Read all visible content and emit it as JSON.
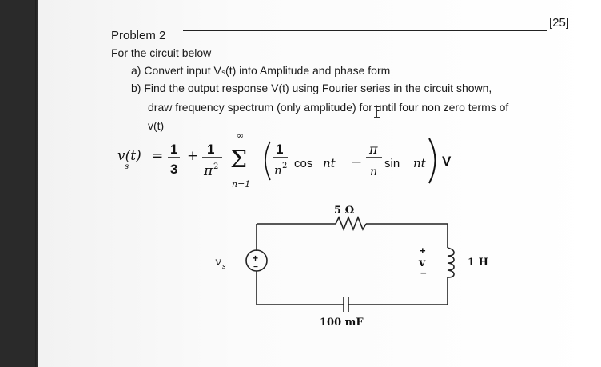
{
  "problem": {
    "title": "Problem 2",
    "points": "[25]",
    "intro": "For the circuit below",
    "part_a": "a)  Convert input Vₛ(t) into Amplitude and phase form",
    "part_b_line1": "b)  Find the output response V(t) using Fourier series  in the circuit shown,",
    "part_b_line2": "draw frequency spectrum (only amplitude) for until four non zero terms of",
    "part_b_line3": "v(t)"
  },
  "equation": {
    "lhs": "v(t)",
    "lhs_sub": "s",
    "eq_sign": "=",
    "one_a": "1",
    "three": "3",
    "plus": "+",
    "one_b": "1",
    "pi": "π",
    "sq_a": "2",
    "sigma": "Σ",
    "inf": "∞",
    "n_eq_1": "n=1",
    "one_c": "1",
    "n_sq": "n",
    "sq_b": "2",
    "cos": "cos",
    "nt_a": "nt",
    "minus": "−",
    "pi_b": "π",
    "n_b": "n",
    "sin": "sin",
    "nt_b": "nt",
    "unit": "V"
  },
  "circuit": {
    "resistor_label": "5 Ω",
    "source_label": "v",
    "source_sub": "s",
    "source_plus": "+",
    "source_minus": "−",
    "out_plus": "+",
    "out_v": "v",
    "out_minus": "−",
    "inductor_label": "1 H",
    "capacitor_label": "100 mF"
  }
}
